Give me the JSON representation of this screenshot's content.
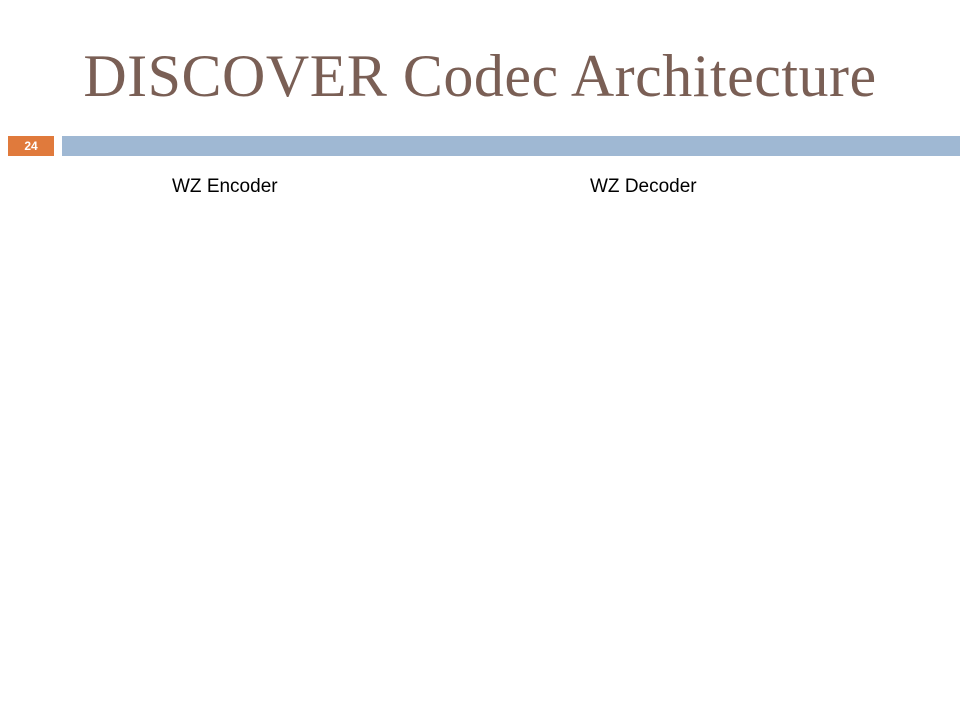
{
  "slide": {
    "title": "DISCOVER Codec Architecture",
    "page_number": "24"
  },
  "diagram": {
    "encoder_label": "WZ Encoder",
    "decoder_label": "WZ Decoder"
  }
}
